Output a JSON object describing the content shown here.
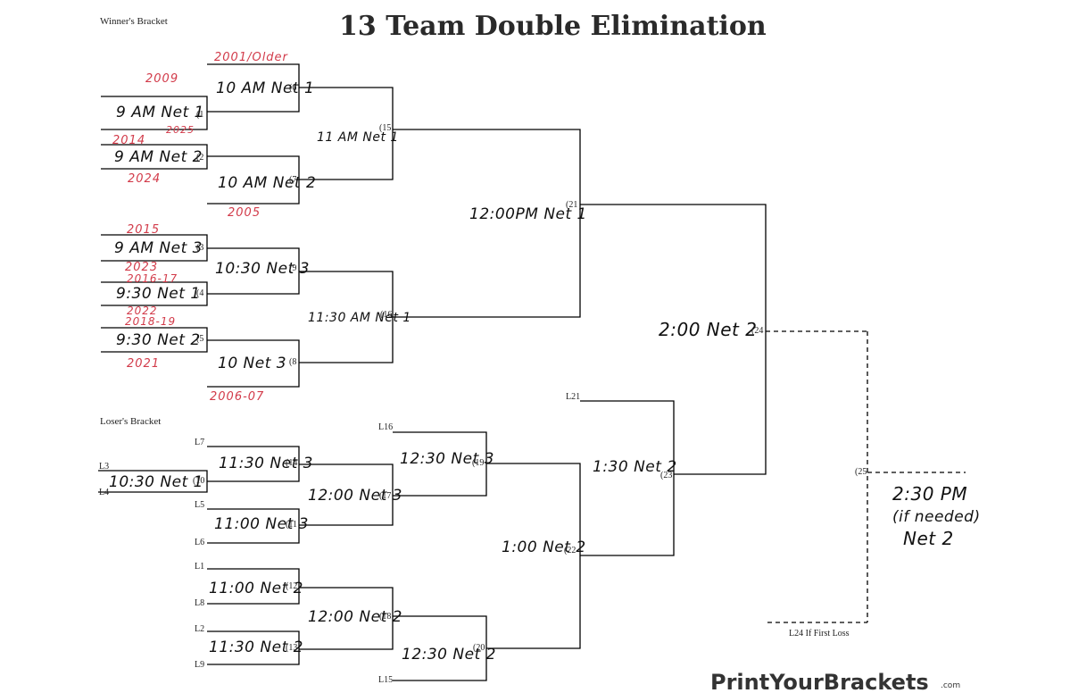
{
  "header": {
    "title": "13 Team Double Elimination",
    "winners_label": "Winner's Bracket",
    "losers_label": "Loser's Bracket"
  },
  "winners": {
    "g1": {
      "num": "(1",
      "slot": "9 AM Net 1",
      "team_top": "2009",
      "team_bot": "2025"
    },
    "g2": {
      "num": "(2",
      "slot": "9 AM Net 2",
      "team_top": "2014",
      "team_bot": "2024"
    },
    "g3": {
      "num": "(3",
      "slot": "9 AM Net 3",
      "team_top": "2015",
      "team_bot": "2023"
    },
    "g4": {
      "num": "(4",
      "slot": "9:30 Net 1",
      "team_top": "2016-17",
      "team_bot": "2022"
    },
    "g5": {
      "num": "(5",
      "slot": "9:30 Net 2",
      "team_top": "2018-19",
      "team_bot": "2021"
    },
    "g6": {
      "num": "(6",
      "slot": "10 AM Net 1",
      "team_top": "2001/Older"
    },
    "g7": {
      "num": "(7",
      "slot": "10 AM Net 2",
      "team_bot": "2005"
    },
    "g8": {
      "num": "(8",
      "slot": "10 Net 3",
      "team_bot": "2006-07"
    },
    "g9": {
      "num": "(9",
      "slot": "10:30 Net 3"
    },
    "g15": {
      "num": "(15",
      "slot": "11 AM Net 1"
    },
    "g16": {
      "num": "(16",
      "slot": "11:30 AM Net 1"
    },
    "g21": {
      "num": "(21",
      "slot": "12:00PM Net 1"
    },
    "g24": {
      "num": "(24",
      "slot": "2:00 Net 2"
    }
  },
  "losers": {
    "g10": {
      "num": "(10",
      "slot": "10:30 Net 1",
      "in_top": "L3",
      "in_bot": "L4"
    },
    "g11": {
      "num": "(11",
      "slot": "11:00 Net 3",
      "in_top": "L5",
      "in_bot": "L6"
    },
    "g12": {
      "num": "(12",
      "slot": "11:00 Net 2",
      "in_top": "L1",
      "in_bot": "L8"
    },
    "g13": {
      "num": "(13",
      "slot": "11:30 Net 2",
      "in_top": "L2",
      "in_bot": "L9"
    },
    "g14": {
      "num": "(14",
      "slot": "11:30 Net 3",
      "in_top": "L7"
    },
    "g17": {
      "num": "(17",
      "slot": "12:00 Net 3"
    },
    "g18": {
      "num": "(18",
      "slot": "12:00 Net 2"
    },
    "g19": {
      "num": "(19",
      "slot": "12:30 Net 3",
      "in_top": "L16"
    },
    "g20": {
      "num": "(20",
      "slot": "12:30 Net 2",
      "in_bot": "L15"
    },
    "g22": {
      "num": "(22",
      "slot": "1:00 Net 2"
    },
    "g23": {
      "num": "(23",
      "slot": "1:30 Net 2",
      "in_top": "L21"
    }
  },
  "final": {
    "num": "(25",
    "line1": "2:30 PM",
    "line2": "(if needed)",
    "line3": "Net 2",
    "note": "L24 If First Loss"
  },
  "footer": {
    "brand": "PrintYourBrackets",
    "suffix": ".com"
  }
}
